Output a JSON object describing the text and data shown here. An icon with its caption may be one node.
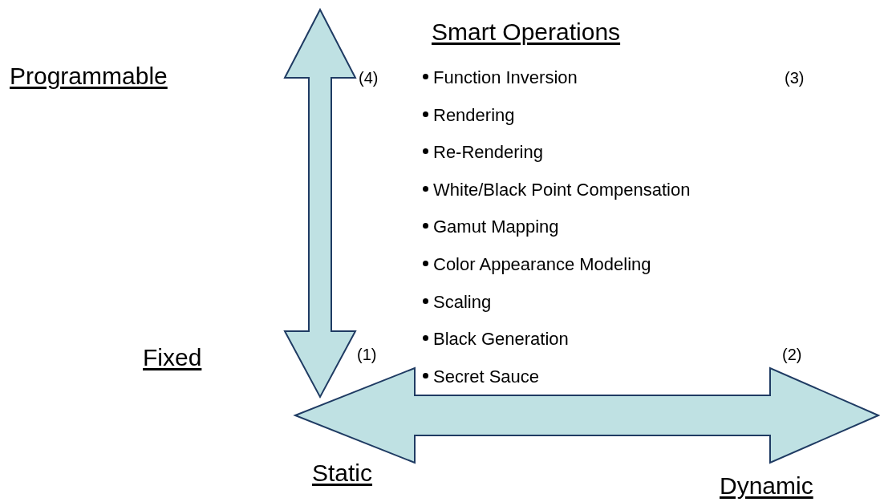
{
  "diagram": {
    "labels": [
      "Smart Operations",
      "Programmable",
      "(4)",
      "Function Inversion",
      "(3)",
      "Rendering",
      "Re-Rendering",
      "White/Black Point Compensation",
      "Gamut Mapping",
      "Color Appearance Modeling",
      "Scaling",
      "Black Generation",
      "Fixed",
      "(1)",
      "(2)",
      "Secret Sauce",
      "Static",
      "Dynamic"
    ]
  }
}
